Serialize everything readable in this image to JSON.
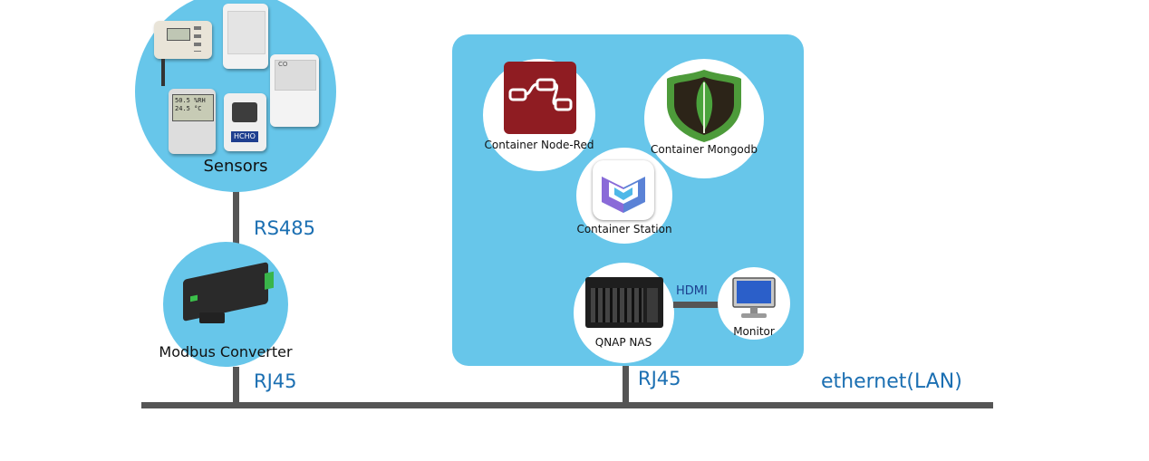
{
  "sensors": {
    "label": "Sensors",
    "items": [
      {
        "icon": "wall-sensor-icon"
      },
      {
        "icon": "panel-sensor-icon"
      },
      {
        "icon": "panel-sensor-icon",
        "display_text": "CO"
      },
      {
        "icon": "lcd-sensor-icon",
        "display_line1": "50.5 %RH",
        "display_line2": "24.5 °C"
      },
      {
        "icon": "hcho-sensor-icon",
        "badge": "HCHO"
      }
    ]
  },
  "links": {
    "rs485": "RS485",
    "rj45_left": "RJ45",
    "rj45_right": "RJ45",
    "hdmi": "HDMI",
    "ethernet": "ethernet(LAN)"
  },
  "converter": {
    "label": "Modbus Converter"
  },
  "nas_panel": {
    "containers": [
      {
        "name": "Container Node-Red",
        "icon": "node-red-icon"
      },
      {
        "name": "Container Mongodb",
        "icon": "mongodb-leaf-icon"
      },
      {
        "name": "Container Station",
        "icon": "container-station-icon"
      }
    ],
    "nas": {
      "label": "QNAP NAS",
      "icon": "nas-device-icon"
    },
    "monitor": {
      "label": "Monitor",
      "icon": "monitor-icon"
    }
  },
  "colors": {
    "panel_blue": "#67c6ea",
    "label_blue": "#1b6fb2",
    "line_gray": "#555555",
    "node_red": "#8f1c22",
    "mongodb_green": "#4d9b3a"
  }
}
